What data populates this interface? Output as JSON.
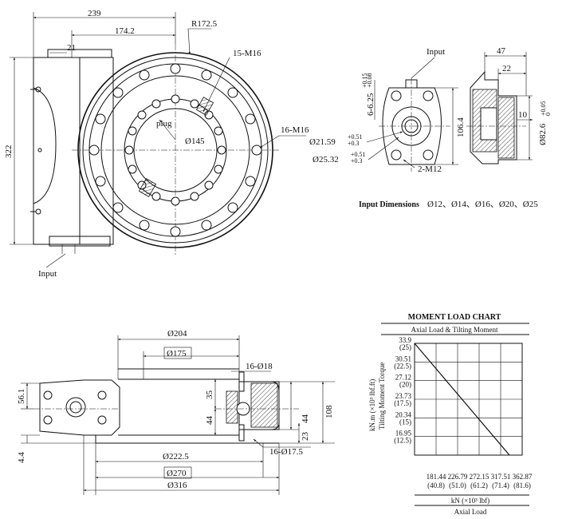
{
  "top_view": {
    "dim_239": "239",
    "dim_1742": "174.2",
    "dim_r1725": "R172.5",
    "dim_21": "21",
    "dim_15m16": "15-M16",
    "dim_16m16": "16-M16",
    "dim_plug": "plug",
    "dim_145": "Ø145",
    "dim_322": "322",
    "input_label": "Input"
  },
  "input_detail": {
    "input_label": "Input",
    "dim_47": "47",
    "dim_22": "22",
    "dim_6625": "6-6.25",
    "tol_6625_up": "+0.15",
    "tol_6625_dn": "+0.08",
    "dim_1064": "106.4",
    "dim_2159": "Ø21.59",
    "tol_2159_up": "+0.51",
    "tol_2159_dn": "+0.3",
    "dim_2532": "Ø25.32",
    "tol_2532_up": "+0.51",
    "tol_2532_dn": "+0.3",
    "dim_2m12": "2-M12",
    "dim_10": "10",
    "dim_826": "Ø82.6",
    "tol_826_up": "+0.05",
    "tol_826_dn": "0",
    "input_dims_label": "Input Dimensions",
    "input_dims_values": "Ø12、Ø14、Ø16、Ø20、Ø25"
  },
  "side_view": {
    "dim_204": "Ø204",
    "dim_175": "Ø175",
    "dim_16o18": "16-Ø18",
    "dim_561": "56.1",
    "dim_35": "35",
    "dim_44a": "44",
    "dim_44b": "44",
    "dim_108": "108",
    "dim_23": "23",
    "dim_44": "4.4",
    "dim_16o175": "16-Ø17.5",
    "dim_2225": "Ø222.5",
    "dim_270": "Ø270",
    "dim_316": "Ø316"
  },
  "chart_data": {
    "type": "line",
    "title": "MOMENT LOAD CHART",
    "subtitle": "Axial Load & Tilting Moment",
    "ylabel": "Tilting Moment Torque",
    "ylabel_unit": "kN.m  (×10³ lbf.ft)",
    "xlabel": "Axial Load",
    "xlabel_unit": "kN  (×10³ lbf)",
    "y_ticks": [
      "33.9",
      "30.51",
      "27.12",
      "23.73",
      "20.34",
      "16.95"
    ],
    "y_ticks_alt": [
      "(25)",
      "(22.5)",
      "(20)",
      "(17.5)",
      "(15)",
      "(12.5)"
    ],
    "x_ticks": [
      "181.44",
      "226.79",
      "272.15",
      "317.51",
      "362.87"
    ],
    "x_ticks_alt": [
      "(40.8)",
      "(51.0)",
      "(61.2)",
      "(71.4)",
      "(81.6)"
    ],
    "xlim": [
      136.08,
      362.87
    ],
    "ylim": [
      13.56,
      33.9
    ],
    "series": [
      {
        "x": [
          136.08,
          336.0
        ],
        "y": [
          33.9,
          13.56
        ]
      }
    ]
  }
}
